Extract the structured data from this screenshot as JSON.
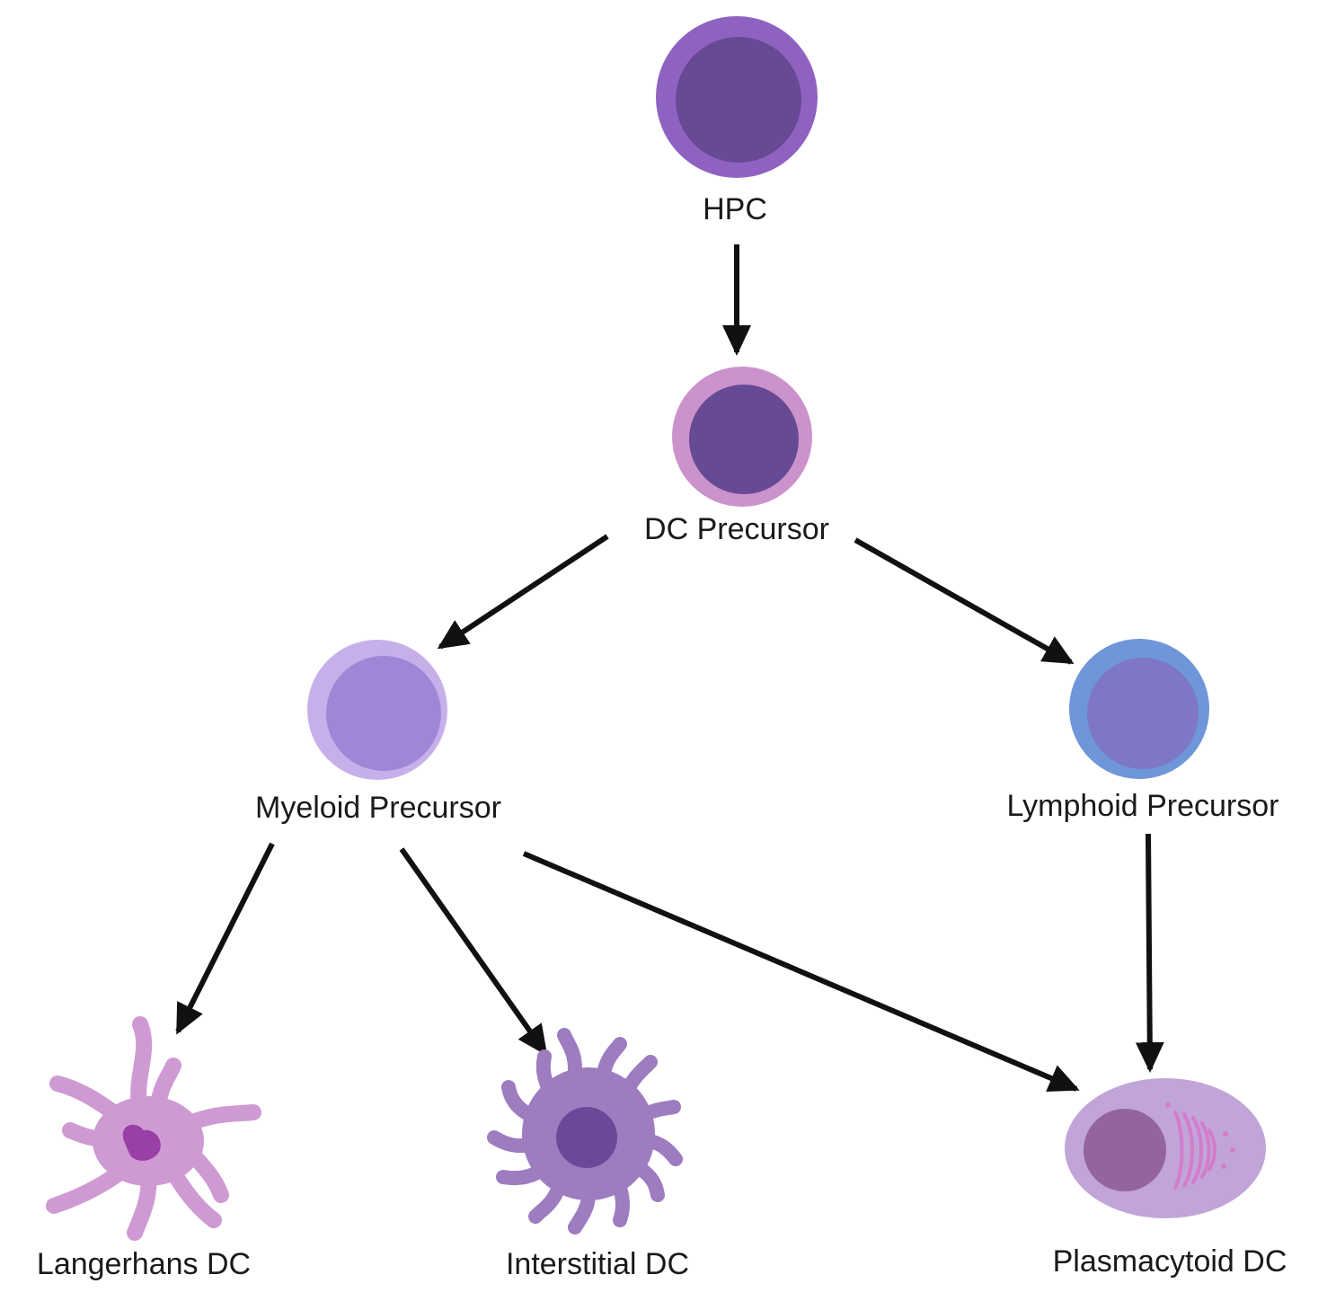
{
  "nodes": {
    "hpc": {
      "label": "HPC"
    },
    "dc_precursor": {
      "label": "DC Precursor"
    },
    "myeloid_precursor": {
      "label": "Myeloid Precursor"
    },
    "lymphoid_precursor": {
      "label": "Lymphoid Precursor"
    },
    "langerhans_dc": {
      "label": "Langerhans DC"
    },
    "interstitial_dc": {
      "label": "Interstitial DC"
    },
    "plasmacytoid_dc": {
      "label": "Plasmacytoid DC"
    }
  },
  "edges": [
    {
      "from": "hpc",
      "to": "dc_precursor"
    },
    {
      "from": "dc_precursor",
      "to": "myeloid_precursor"
    },
    {
      "from": "dc_precursor",
      "to": "lymphoid_precursor"
    },
    {
      "from": "myeloid_precursor",
      "to": "langerhans_dc"
    },
    {
      "from": "myeloid_precursor",
      "to": "interstitial_dc"
    },
    {
      "from": "myeloid_precursor",
      "to": "plasmacytoid_dc"
    },
    {
      "from": "lymphoid_precursor",
      "to": "plasmacytoid_dc"
    }
  ],
  "colors": {
    "hpc_outer": "#8f62c2",
    "hpc_inner": "#664a94",
    "dc_precursor_outer": "#cc92cc",
    "dc_precursor_inner": "#664a94",
    "myeloid_outer": "#c7b0ea",
    "myeloid_inner": "#a186d8",
    "lymphoid_outer": "#6f96d8",
    "lymphoid_inner": "#7e76c6",
    "langerhans_body": "#cf9ad3",
    "langerhans_nucleus": "#9a3fa6",
    "interstitial_body": "#9e7cc0",
    "interstitial_nucleus": "#6a4a98",
    "plasmacytoid_body": "#c1a5d8",
    "plasmacytoid_nucleus": "#93649f",
    "plasmacytoid_er": "#d47ccc",
    "arrow": "#111111"
  }
}
